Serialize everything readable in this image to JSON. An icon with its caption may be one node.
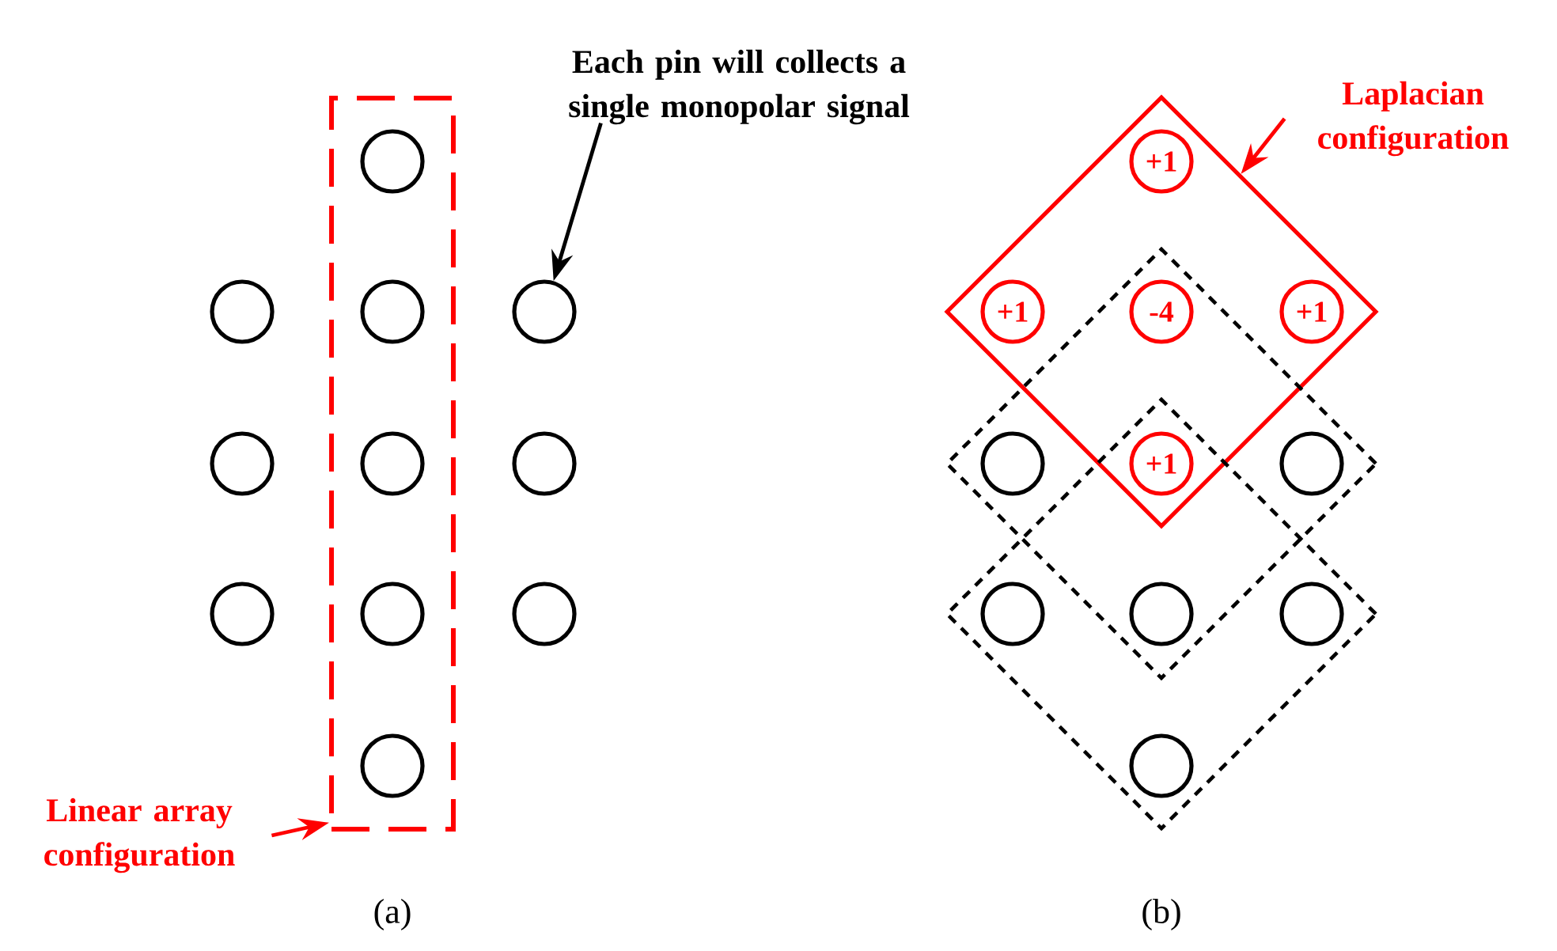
{
  "diagram": {
    "nodes": [
      {
        "text": [
          "Each pin will collects a single monopolar signal"
        ]
      },
      {
        "text": [
          "Linear array configuration"
        ]
      },
      {
        "text": [],
        "shape": "box"
      },
      {
        "text": [],
        "shape": "circle",
        "in": 2
      },
      {
        "text": [],
        "shape": "circle"
      },
      {
        "text": [],
        "shape": "circle",
        "in": 2
      },
      {
        "text": [],
        "shape": "circle"
      },
      {
        "text": [],
        "shape": "circle"
      },
      {
        "text": [],
        "shape": "circle",
        "in": 2
      },
      {
        "text": [],
        "shape": "circle"
      },
      {
        "text": [],
        "shape": "circle"
      },
      {
        "text": [],
        "shape": "circle",
        "in": 2
      },
      {
        "text": [],
        "shape": "circle"
      },
      {
        "text": [],
        "shape": "circle",
        "in": 2
      },
      {
        "text": [
          "Laplacian configuration"
        ]
      },
      {
        "text": [],
        "shape": "diamond"
      },
      {
        "text": [
          "+1"
        ],
        "in": 15
      },
      {
        "text": [
          "+1"
        ],
        "in": 15
      },
      {
        "text": [
          "-4"
        ]
      },
      {
        "text": [
          "+1"
        ],
        "in": 15
      },
      {
        "text": [],
        "shape": "diamond"
      },
      {
        "text": [
          "+1"
        ]
      },
      {
        "text": [],
        "shape": "circle",
        "in": 20
      },
      {
        "text": [],
        "shape": "circle",
        "in": 20
      },
      {
        "text": [],
        "shape": "diamond"
      },
      {
        "text": [],
        "shape": "circle",
        "in": 24
      },
      {
        "text": [],
        "shape": "circle"
      },
      {
        "text": [],
        "shape": "circle",
        "in": 24
      },
      {
        "text": [],
        "shape": "circle",
        "in": 24
      }
    ],
    "edges": [
      {
        "from": 0,
        "to": 6,
        "arrow": "to",
        "color": "#000000"
      },
      {
        "from": 1,
        "to": 2,
        "arrow": "to"
      },
      {
        "from": 14,
        "to": 15,
        "arrow": "to"
      }
    ],
    "labels": [
      "(a)",
      "(b)"
    ]
  }
}
